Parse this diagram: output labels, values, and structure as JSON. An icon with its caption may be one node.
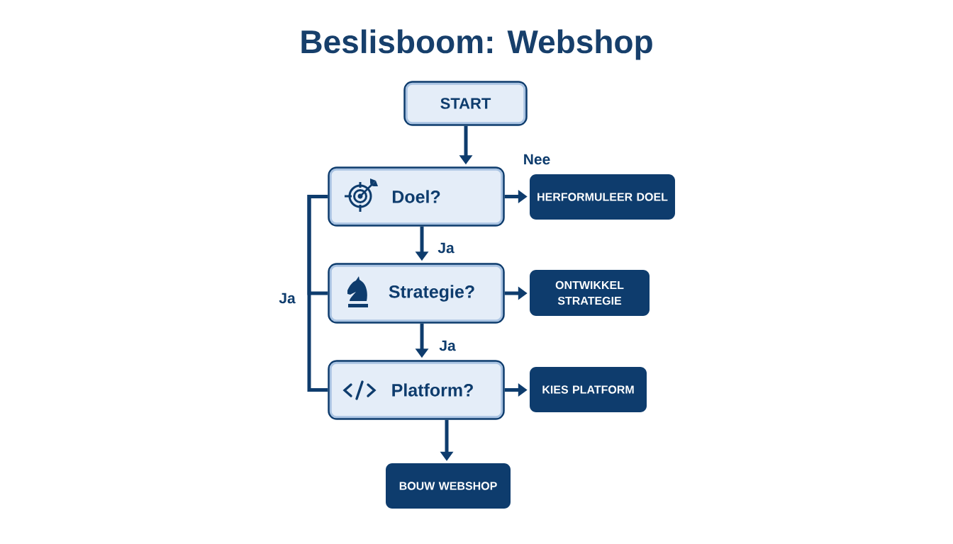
{
  "diagram": {
    "title": "Beslisboom: Webshop",
    "nodes": [
      {
        "text": [
          "START"
        ]
      },
      {
        "text": [
          "Doel?"
        ]
      },
      {
        "text": [
          "HERFORMULEER DOEL"
        ]
      },
      {
        "text": [
          "Strategie?"
        ]
      },
      {
        "text": [
          "ONTWIKKEL STRATEGIE"
        ]
      },
      {
        "text": [
          "Platform?"
        ]
      },
      {
        "text": [
          "KIES PLATFORM"
        ]
      },
      {
        "text": [
          "BOUW WEBSHOP"
        ]
      }
    ],
    "edges": [
      {
        "from": 0,
        "to": 1,
        "arrow": "to"
      },
      {
        "from": 1,
        "to": 2,
        "arrow": "to",
        "label": "Nee"
      },
      {
        "from": 1,
        "to": 3,
        "arrow": "to",
        "label": "Ja"
      },
      {
        "from": 3,
        "to": 4,
        "arrow": "to"
      },
      {
        "from": 3,
        "to": 5,
        "arrow": "to",
        "label": "Ja"
      },
      {
        "from": 5,
        "to": 6,
        "arrow": "to"
      },
      {
        "from": 5,
        "to": 7,
        "arrow": "to"
      },
      {
        "from": 1,
        "to": 3,
        "arrow": "none"
      },
      {
        "from": 1,
        "to": 5,
        "arrow": "none",
        "label": "Ja"
      }
    ]
  }
}
